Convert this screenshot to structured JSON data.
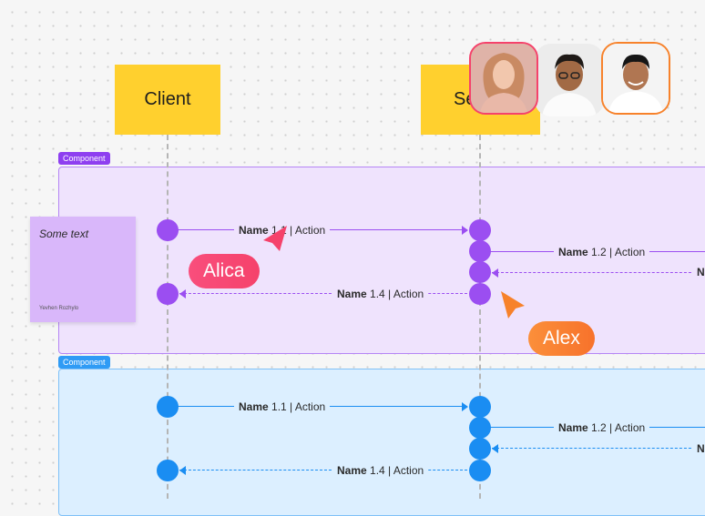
{
  "actors": [
    {
      "label": "Client"
    },
    {
      "label": "Se"
    }
  ],
  "frames": [
    {
      "tag": "Component",
      "tag_color": "#8e3ff0",
      "border": "#b585f5",
      "fill": "#efe3fd"
    },
    {
      "tag": "Component",
      "tag_color": "#2f9bf5",
      "border": "#7ec0f7",
      "fill": "#dcefff"
    }
  ],
  "component_colors": {
    "purple": "#9b4ef1",
    "blue": "#1a8df2"
  },
  "messages_purple": [
    {
      "name": "Name",
      "num": "1.1",
      "action": "Action"
    },
    {
      "name": "Name",
      "num": "1.2",
      "action": "Action"
    },
    {
      "name": "N",
      "num": "",
      "action": ""
    },
    {
      "name": "Name",
      "num": "1.4",
      "action": "Action"
    }
  ],
  "messages_blue": [
    {
      "name": "Name",
      "num": "1.1",
      "action": "Action"
    },
    {
      "name": "Name",
      "num": "1.2",
      "action": "Action"
    },
    {
      "name": "N",
      "num": "",
      "action": ""
    },
    {
      "name": "Name",
      "num": "1.4",
      "action": "Action"
    }
  ],
  "sticky_note": {
    "text": "Some text",
    "author": "Yevhen Rozhylo"
  },
  "cursors": [
    {
      "name": "Alica",
      "color": "#f5426b"
    },
    {
      "name": "Alex",
      "color": "#f7822b"
    }
  ],
  "avatars": [
    {
      "name": "avatar-user-1",
      "ring": "#f5426b"
    },
    {
      "name": "avatar-user-2",
      "ring": ""
    },
    {
      "name": "avatar-user-3",
      "ring": "#f7822b"
    }
  ]
}
